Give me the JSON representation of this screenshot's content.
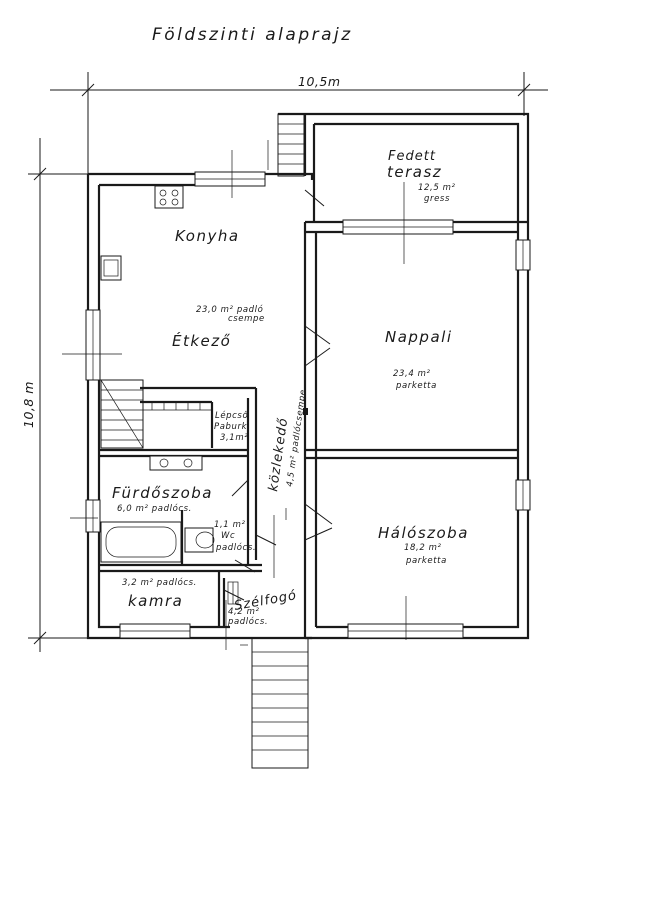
{
  "title": "Földszinti alaprajz",
  "dimensions": {
    "width": "10,5m",
    "depth": "10,8 m"
  },
  "rooms": {
    "terasz": {
      "name_line1": "Fedett",
      "name_line2": "terasz",
      "area": "12,5 m²",
      "floor": "gress"
    },
    "konyha": {
      "name": "Konyha"
    },
    "etkezo": {
      "name": "Étkező",
      "area": "23,0 m² padló",
      "floor": "csempe"
    },
    "nappali": {
      "name": "Nappali",
      "area": "23,4 m²",
      "floor": "parketta"
    },
    "lepcso": {
      "line1": "Lépcső",
      "line2": "Paburk.",
      "area": "3,1m²"
    },
    "kozlekedo": {
      "name": "közlekedő",
      "note": "4,5 m² padlócsempe"
    },
    "furdo": {
      "name": "Fürdőszoba",
      "area": "6,0 m² padlócs."
    },
    "wc": {
      "area": "1,1 m²",
      "name": "Wc",
      "floor": "padlócs."
    },
    "kamra": {
      "area": "3,2 m² padlócs.",
      "name": "kamra"
    },
    "szelfogo": {
      "name": "Szélfogó",
      "area": "4,2 m²",
      "floor": "padlócs."
    },
    "haloszoba": {
      "name": "Hálószoba",
      "area": "18,2 m²",
      "floor": "parketta"
    }
  }
}
